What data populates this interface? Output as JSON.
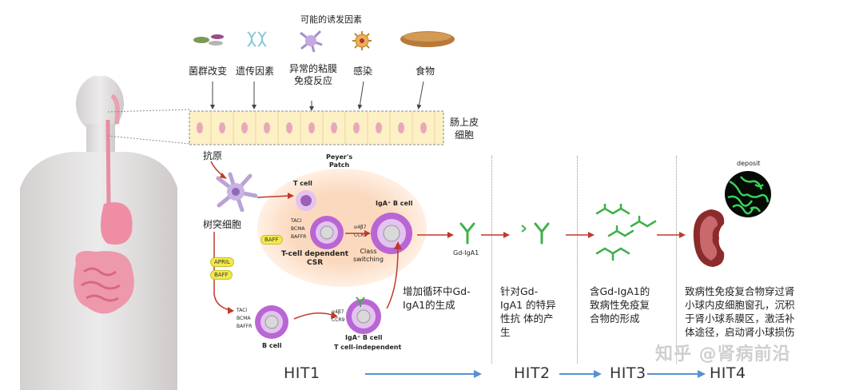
{
  "triggers": {
    "header": "可能的诱发因素",
    "items": [
      "菌群改变",
      "遗传因素",
      "异常的粘膜\n免疫反应",
      "感染",
      "食物"
    ]
  },
  "epithelium_label": "肠上皮\n细胞",
  "antigen_label": "抗原",
  "dendritic_label": "树突细胞",
  "peyer": {
    "title": "Peyer's\nPatch",
    "t_cell": "T cell",
    "dependent": "T-cell dependent\nCSR",
    "switching": "Class\nswitching",
    "iga_b_cell": "IgA⁺ B cell",
    "receptors": [
      "TACI",
      "BCMA",
      "BAFFR"
    ],
    "small_receptors": [
      "α4β7",
      "CCR9"
    ],
    "baff": "BAFF"
  },
  "lower_path": {
    "april": "APRIL",
    "baff": "BAFF",
    "b_cell": "B cell",
    "iga_b_cell": "IgA⁺ B cell",
    "independent": "T cell-independent"
  },
  "gd_label": "Gd-IgA1",
  "deposit_label": "deposit",
  "captions": {
    "hit1": "增加循环中Gd-\nIgA1的生成",
    "hit2": "针对Gd-\nIgA1 的特异\n性抗 体的产\n生",
    "hit3": "含Gd-IgA1的\n致病性免疫复\n合物的形成",
    "hit4": "致病性免疫复合物穿过肾\n小球内皮细胞窗孔，沉积\n于肾小球系膜区，激活补\n体途径，启动肾小球损伤"
  },
  "hits": [
    "HIT1",
    "HIT2",
    "HIT3",
    "HIT4"
  ],
  "watermark": "知乎 @肾病前沿",
  "colors": {
    "arrow_red": "#c0392b",
    "arrow_blue": "#5b8fd0",
    "cell_purple": "#b45ad2",
    "patch": "#fbdcc4",
    "antibody_green": "#3fb04a"
  }
}
